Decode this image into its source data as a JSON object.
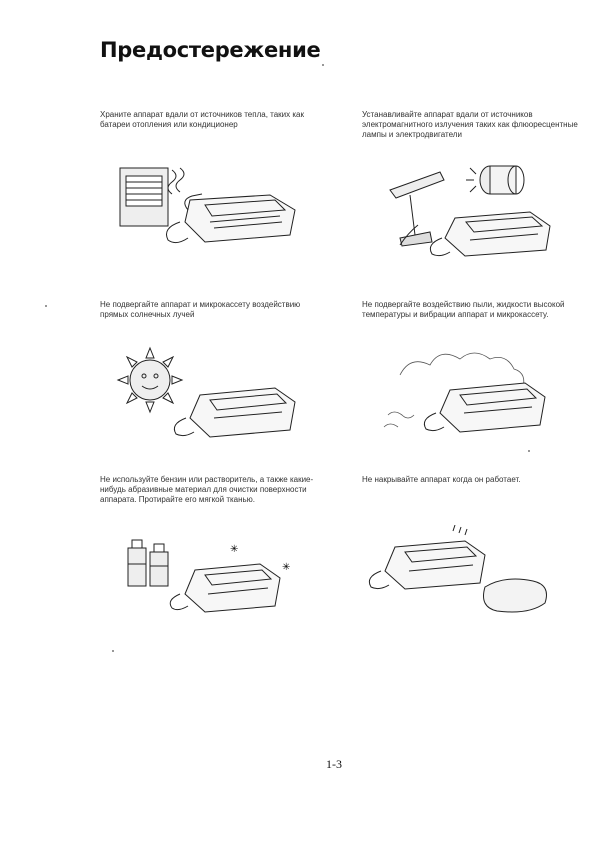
{
  "page": {
    "title": "Предостережение",
    "page_number": "1-3"
  },
  "cautions": [
    {
      "text": "Храните аппарат вдали от источников тепла, таких как батареи отопления или кондиционер"
    },
    {
      "text": "Устанавливайте аппарат вдали от источников электромагнитного излучения таких как флюоресцентные лампы и электродвигатели"
    },
    {
      "text": "Не подвергайте аппарат и микрокассету воздействию прямых солнечных лучей"
    },
    {
      "text": "Не подвергайте воздействию пыли, жидкости высокой температуры и вибрации аппарат и микрокассету."
    },
    {
      "text": "Не используйте бензин или растворитель, а также какие-нибудь абразивные материал для очистки поверхности аппарата. Протирайте его мягкой тканью."
    },
    {
      "text": "Не накрывайте аппарат когда он работает."
    }
  ]
}
